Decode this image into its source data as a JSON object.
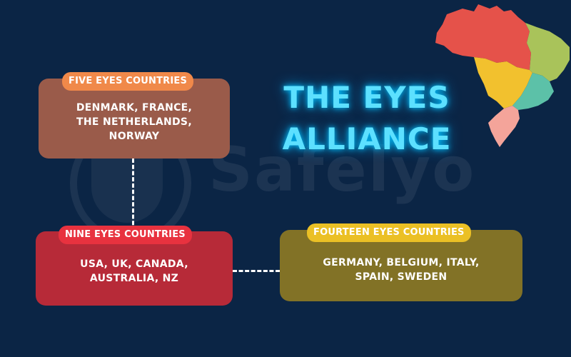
{
  "watermark": {
    "text": "Safelyo"
  },
  "title": {
    "line1": "THE EYES",
    "line2": "ALLIANCE",
    "color": "#5ce0ff"
  },
  "groups": {
    "five": {
      "label": "FIVE EYES COUNTRIES",
      "countries": "DENMARK, FRANCE,\nTHE NETHERLANDS,\nNORWAY",
      "tag_color": "#f0894a",
      "box_color": "#9a5b4a"
    },
    "nine": {
      "label": "NINE EYES COUNTRIES",
      "countries": "USA, UK, CANADA,\nAUSTRALIA, NZ",
      "tag_color": "#e8323f",
      "box_color": "#b72a38"
    },
    "fourteen": {
      "label": "FOURTEEN EYES COUNTRIES",
      "countries": "GERMANY, BELGIUM, ITALY,\nSPAIN, SWEDEN",
      "tag_color": "#ebc025",
      "box_color": "#827226"
    }
  },
  "map_icon": "brazil-regions-map-icon",
  "colors": {
    "background": "#0b2545",
    "connector": "#ffffff"
  }
}
